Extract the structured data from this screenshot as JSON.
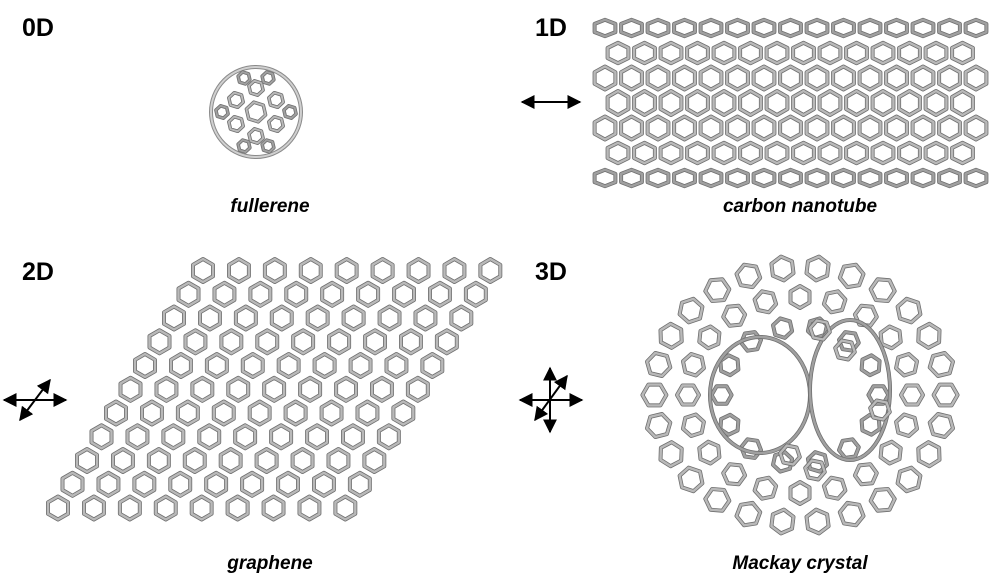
{
  "panels": [
    {
      "dimension": "0D",
      "caption": "fullerene"
    },
    {
      "dimension": "1D",
      "caption": "carbon nanotube"
    },
    {
      "dimension": "2D",
      "caption": "graphene"
    },
    {
      "dimension": "3D",
      "caption": "Mackay crystal"
    }
  ],
  "colors": {
    "bond": "#b9b9b9",
    "bond_dark": "#6f6f6f",
    "text": "#000000"
  },
  "icons": {
    "arrow_1d": "double-headed-arrow-icon",
    "arrow_2d": "two-axis-arrow-icon",
    "arrow_3d": "three-axis-arrow-icon"
  }
}
